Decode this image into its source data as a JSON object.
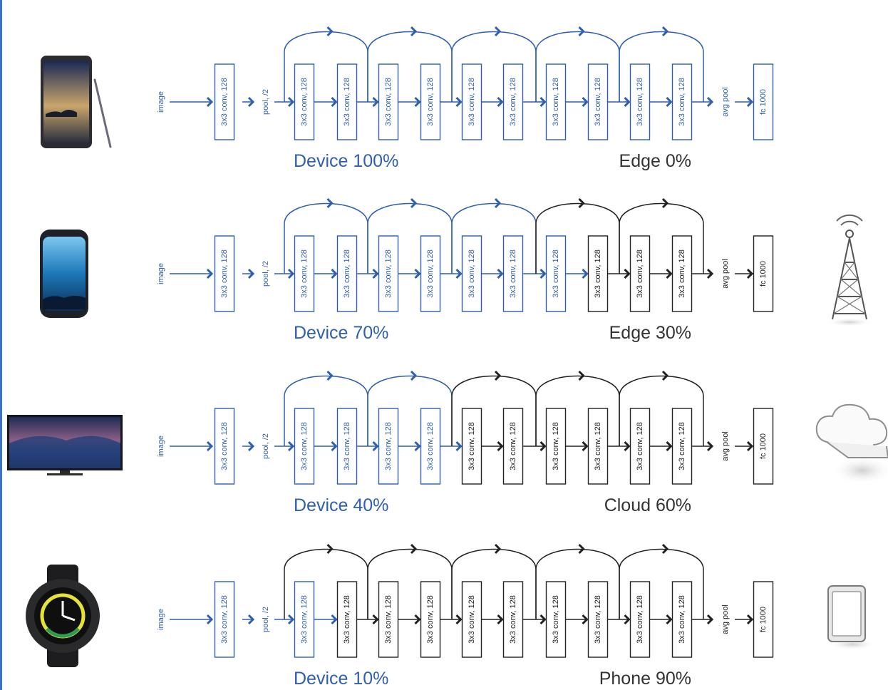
{
  "colors": {
    "device": "#2f5fb0",
    "offload": "#222222"
  },
  "layers": {
    "image": "image",
    "first_conv": "3x3 conv, 128",
    "pool": "pool, /2",
    "conv": "3x3 conv, 128",
    "avg_pool": "avg pool",
    "fc": "fc 1000"
  },
  "rows": [
    {
      "device_icon": "smartphone-stylus-icon",
      "device_label": "Device 100%",
      "device_layers": 10,
      "offload_label": "Edge 0%",
      "offload_icon": ""
    },
    {
      "device_icon": "smartphone-icon",
      "device_label": "Device 70%",
      "device_layers": 7,
      "offload_label": "Edge 30%",
      "offload_icon": "cell-tower-icon"
    },
    {
      "device_icon": "television-icon",
      "device_label": "Device 40%",
      "device_layers": 4,
      "offload_label": "Cloud 60%",
      "offload_icon": "cloud-icon"
    },
    {
      "device_icon": "smartwatch-icon",
      "device_label": "Device 10%",
      "device_layers": 1,
      "offload_label": "Phone 90%",
      "offload_icon": "tablet-icon"
    }
  ]
}
